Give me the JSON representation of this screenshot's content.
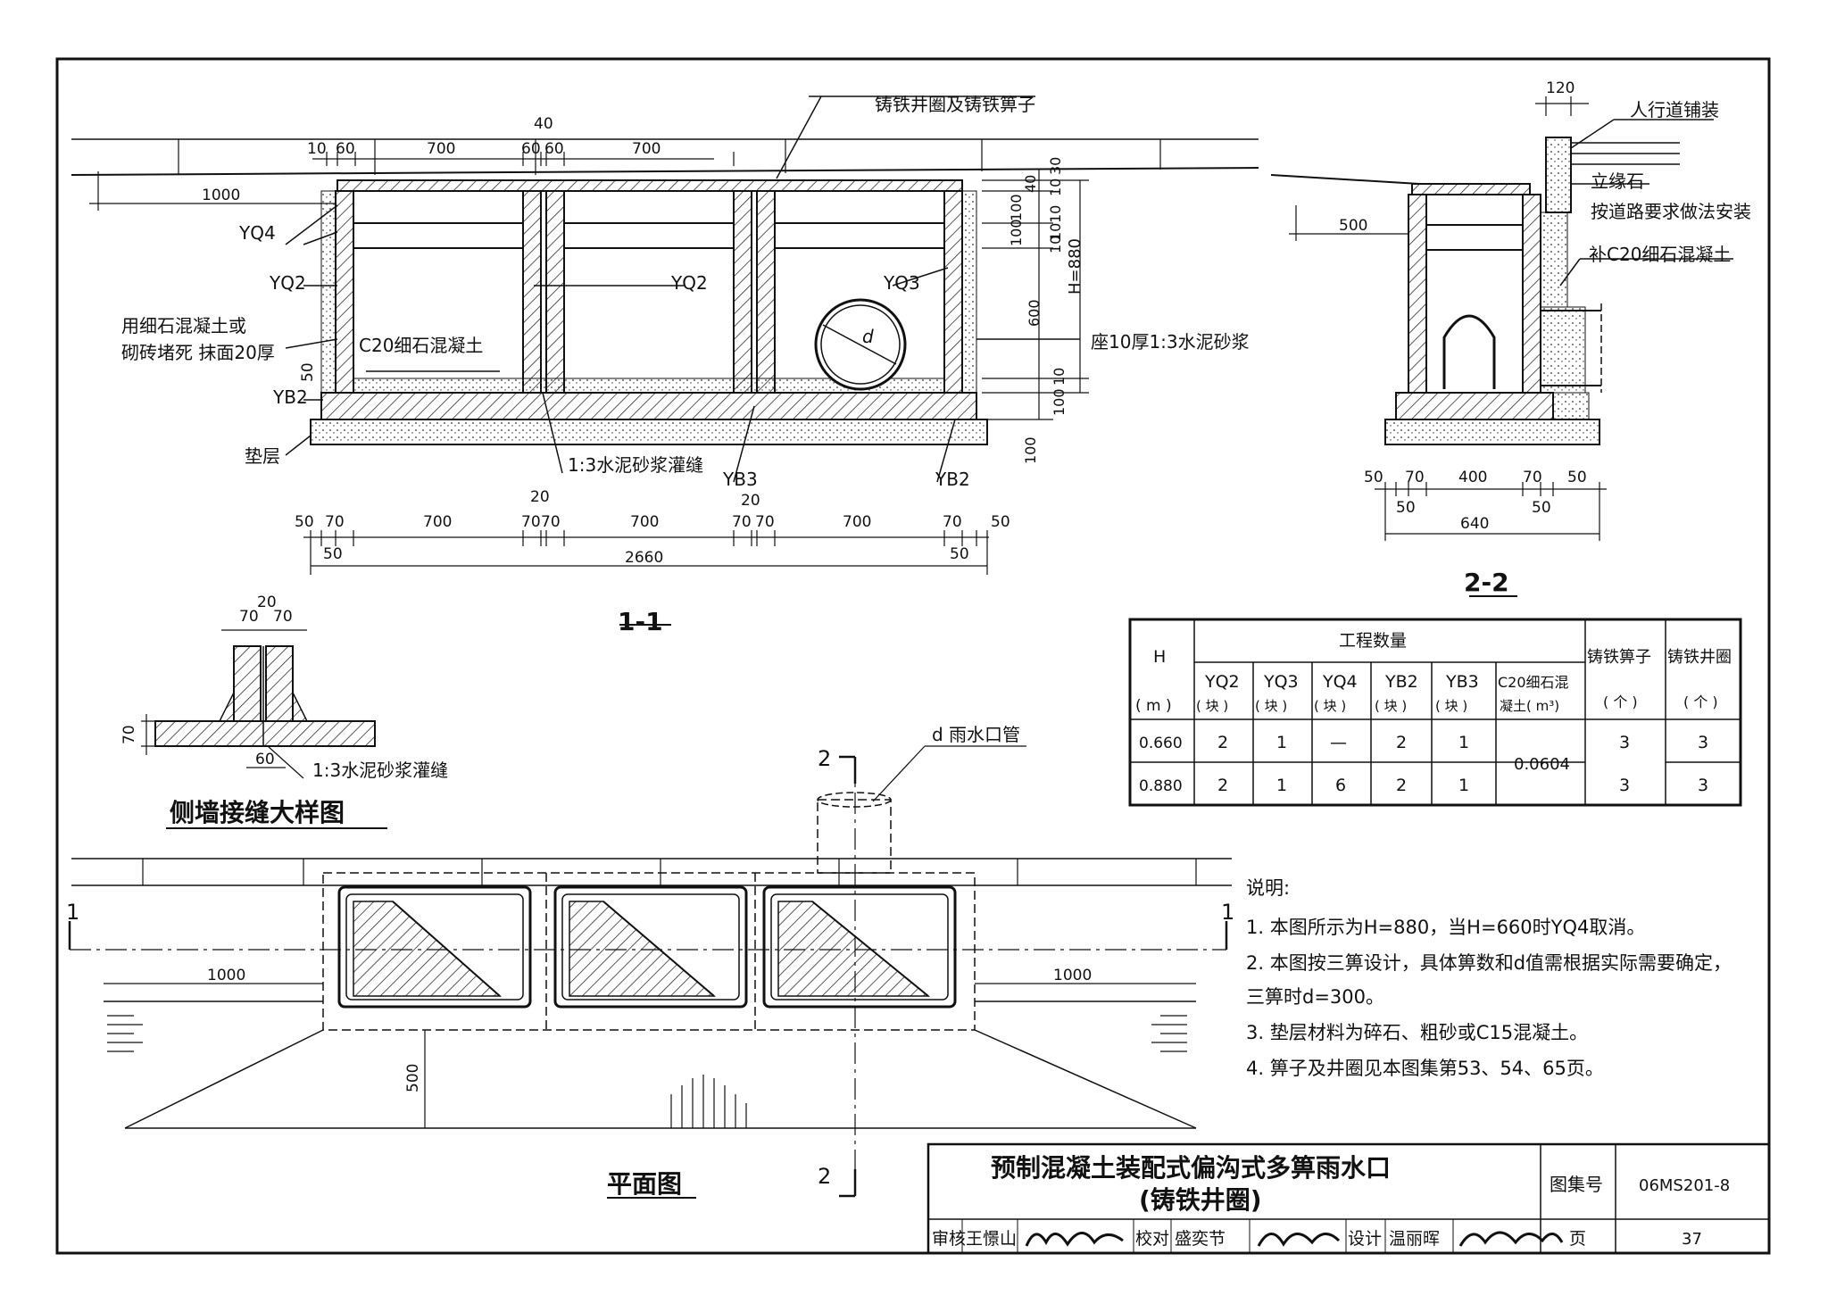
{
  "labels": {
    "top_grate": "铸铁井圈及铸铁箅子",
    "yq4": "YQ4",
    "yq2_left": "YQ2",
    "yq2_mid": "YQ2",
    "yq3": "YQ3",
    "fill_note_1": "用细石混凝土或",
    "fill_note_2": "砌砖堵死  抹面20厚",
    "c20": "C20细石混凝土",
    "yb2_left": "YB2",
    "cushion": "垫层",
    "joint_grout": "1:3水泥砂浆灌缝",
    "yb3": "YB3",
    "yb2_right": "YB2",
    "seat_mortar": "座10厚1:3水泥砂浆",
    "h880": "H=880",
    "d": "d",
    "section_1_1": "1-1",
    "walkway": "人行道铺装",
    "curb_1": "立缘石",
    "curb_2": "按道路要求做法安装",
    "c20_fill": "补C20细石混凝土",
    "section_2_2": "2-2",
    "detail_grout": "1:3水泥砂浆灌缝",
    "detail_title": "侧墙接缝大样图",
    "pipe_label": "d  雨水口管",
    "plan_title": "平面图",
    "sec_mark_1": "1",
    "sec_mark_2": "2"
  },
  "dims": {
    "s1_top": [
      "10",
      "60",
      "700",
      "60",
      "60",
      "700"
    ],
    "s1_40": "40",
    "s1_1000": "1000",
    "s1_bottom": [
      "50",
      "70",
      "700",
      "70",
      "70",
      "700",
      "70",
      "70",
      "700",
      "70",
      "50"
    ],
    "s1_20a": "20",
    "s1_20b": "20",
    "s1_50a": "50",
    "s1_50b": "50",
    "s1_total": "2660",
    "s1_yb_50": "50",
    "s1_right": [
      "30",
      "40",
      "10",
      "10",
      "100",
      "100",
      "10",
      "10",
      "600",
      "10",
      "100",
      "100"
    ],
    "s2_120": "120",
    "s2_500": "500",
    "s2_bottom": [
      "50",
      "70",
      "400",
      "70",
      "50"
    ],
    "s2_50a": "50",
    "s2_50b": "50",
    "s2_total": "640",
    "detail_top": [
      "70",
      "20",
      "70"
    ],
    "detail_70": "70",
    "detail_60": "60",
    "plan_1000a": "1000",
    "plan_1000b": "1000",
    "plan_500": "500"
  },
  "table": {
    "header_h": "H",
    "header_h_unit": "( m )",
    "header_qty": "工程数量",
    "cols": [
      "YQ2",
      "YQ3",
      "YQ4",
      "YB2",
      "YB3",
      "C20细石混"
    ],
    "units": [
      "( 块 )",
      "( 块 )",
      "( 块 )",
      "( 块 )",
      "( 块 )",
      "凝土( m³)"
    ],
    "col_grate": "铸铁箅子",
    "col_ring": "铸铁井圈",
    "unit_grate": "( 个 )",
    "unit_ring": "( 个 )",
    "rows": [
      {
        "h": "0.660",
        "v": [
          "2",
          "1",
          "—",
          "2",
          "1"
        ],
        "g": "3",
        "r": "3"
      },
      {
        "h": "0.880",
        "v": [
          "2",
          "1",
          "6",
          "2",
          "1"
        ],
        "g": "3",
        "r": "3"
      }
    ],
    "c20_value": "0.0604"
  },
  "notes": {
    "title": "说明:",
    "items": [
      "1.  本图所示为H=880，当H=660时YQ4取消。",
      "2.  本图按三箅设计，具体箅数和d值需根据实际需要确定，",
      "     三箅时d=300。",
      "3.  垫层材料为碎石、粗砂或C15混凝土。",
      "4.  箅子及井圈见本图集第53、54、65页。"
    ]
  },
  "title_block": {
    "title_1": "预制混凝土装配式偏沟式多箅雨水口",
    "title_2": "(铸铁井圈)",
    "atlas_label": "图集号",
    "atlas_no": "06MS201-8",
    "review_label": "审核",
    "reviewer": "王憬山",
    "check_label": "校对",
    "checker": "盛奕节",
    "design_label": "设计",
    "designer": "温丽晖",
    "page_label": "页",
    "page_no": "37"
  }
}
